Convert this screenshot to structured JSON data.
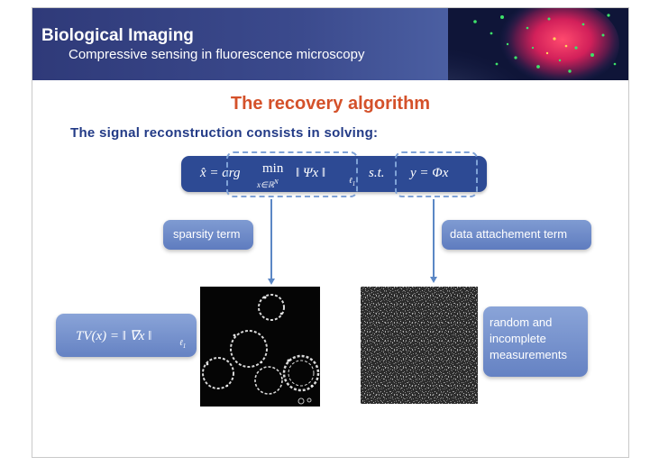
{
  "banner": {
    "title": "Biological Imaging",
    "subtitle": "Compressive sensing in fluorescence microscopy"
  },
  "slide": {
    "title": "The recovery algorithm",
    "intro": "The signal reconstruction consists in solving:"
  },
  "equation": {
    "lhs": "x̂ = arg",
    "min_word": "min",
    "min_sub": "x∈ℝ",
    "min_sub_sup": "N",
    "norm_term": "‖ Ψx ‖",
    "norm_sub": "ℓ",
    "norm_sub_idx": "1",
    "st": "s.t.",
    "constraint": "y = Φx"
  },
  "labels": {
    "sparsity": "sparsity term",
    "data_term": "data attachement term",
    "tv": "TV(x) = ‖ ∇x ‖",
    "tv_sub": "ℓ",
    "tv_sub_idx": "1",
    "measurements": [
      "random and",
      "incomplete",
      "measurements"
    ]
  },
  "colors": {
    "accent": "#d4512a",
    "intro_text": "#223a86",
    "equation_box": "#2d4a94",
    "pill": "#6f8cc9",
    "arrow": "#5b87c5"
  }
}
